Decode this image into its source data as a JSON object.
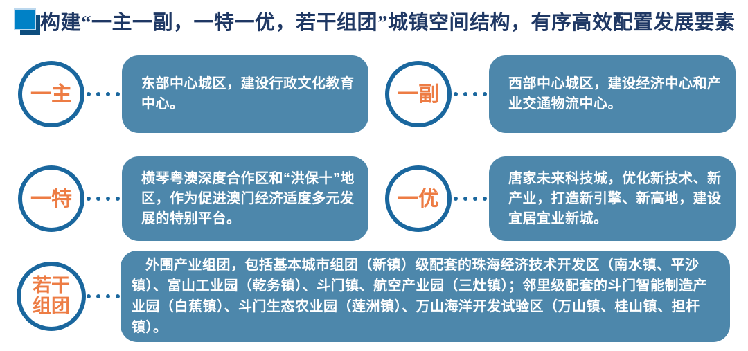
{
  "title": "构建“一主一副，一特一优，若干组团”城镇空间结构，有序高效配置发展要素",
  "colors": {
    "box_blue": "#4d87ab",
    "circle_border": "#1a679e",
    "accent_orange": "#ed7c44",
    "title_navy": "#1f3864",
    "dot_blue": "#1a679e",
    "bullet_front": "#0081c6",
    "bullet_back": "#0d4d7e"
  },
  "items": [
    {
      "label": "一主",
      "desc": "东部中心城区，建设行政文化教育中心。"
    },
    {
      "label": "一副",
      "desc": "西部中心城区，建设经济中心和产业交通物流中心。"
    },
    {
      "label": "一特",
      "desc": "横琴粤澳深度合作区和“洪保十”地区，作为促进澳门经济适度多元发展的特别平台。"
    },
    {
      "label": "一优",
      "desc": "唐家未来科技城，优化新技术、新产业，打造新引擎、新高地，建设宜居宜业新城。"
    },
    {
      "label": "若干组团",
      "desc": "外围产业组团，包括基本城市组团（新镇）级配套的珠海经济技术开发区（南水镇、平沙镇）、富山工业园（乾务镇）、斗门镇、航空产业园（三灶镇）；邻里级配套的斗门智能制造产业园（白蕉镇）、斗门生态农业园（莲洲镇）、万山海洋开发试验区（万山镇、桂山镇、担杆镇）。"
    }
  ]
}
